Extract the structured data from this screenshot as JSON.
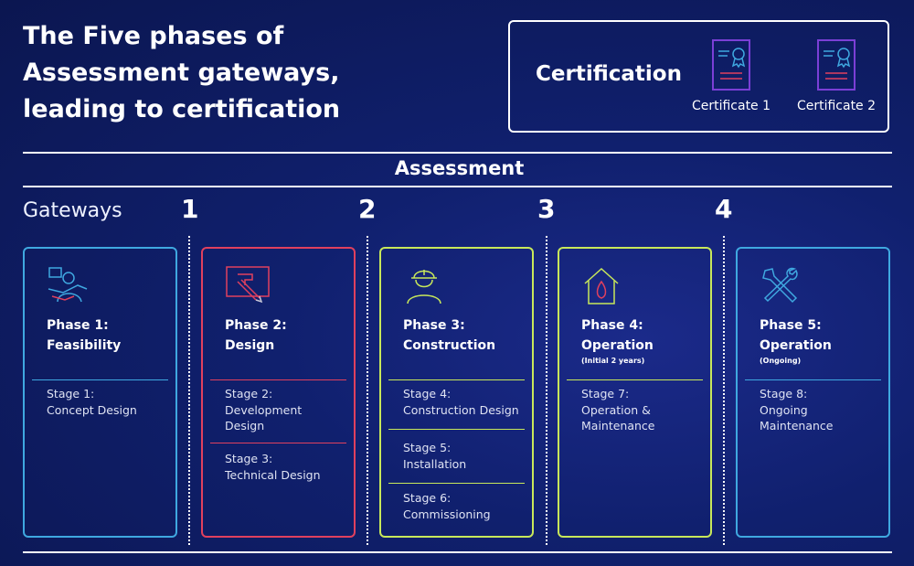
{
  "title": {
    "line1": "The Five phases of",
    "line2": "Assessment gateways,",
    "line3": "leading to certification"
  },
  "certification": {
    "heading": "Certification",
    "certificates": [
      {
        "label": "Certificate 1",
        "icon": "certificate-icon"
      },
      {
        "label": "Certificate 2",
        "icon": "certificate-icon"
      }
    ]
  },
  "assessment_label": "Assessment",
  "gateways": {
    "label": "Gateways",
    "numbers": [
      "1",
      "2",
      "3",
      "4"
    ]
  },
  "colors": {
    "background": "#0b1650",
    "phase1": "#3fa8e0",
    "phase2": "#e0405e",
    "phase3": "#c8e85a",
    "phase4": "#c8e85a",
    "phase5": "#3fa8e0",
    "certificate": "#7b3fd6"
  },
  "phases": [
    {
      "line1": "Phase 1:",
      "line2": "Feasibility",
      "note": "",
      "icon": "worker-at-desk-icon",
      "stages": [
        {
          "line1": "Stage 1:",
          "line2": "Concept Design",
          "line3": ""
        }
      ]
    },
    {
      "line1": "Phase 2:",
      "line2": "Design",
      "note": "",
      "icon": "design-blueprint-icon",
      "stages": [
        {
          "line1": "Stage 2:",
          "line2": "Development",
          "line3": "Design"
        },
        {
          "line1": "Stage 3:",
          "line2": "Technical Design",
          "line3": ""
        }
      ]
    },
    {
      "line1": "Phase 3:",
      "line2": "Construction",
      "note": "",
      "icon": "construction-worker-icon",
      "stages": [
        {
          "line1": "Stage 4:",
          "line2": "Construction Design",
          "line3": ""
        },
        {
          "line1": "Stage 5:",
          "line2": "Installation",
          "line3": ""
        },
        {
          "line1": "Stage 6:",
          "line2": "Commissioning",
          "line3": ""
        }
      ]
    },
    {
      "line1": "Phase 4:",
      "line2": "Operation",
      "note": "(Initial 2 years)",
      "icon": "house-flame-icon",
      "stages": [
        {
          "line1": "Stage 7:",
          "line2": "Operation &",
          "line3": "Maintenance"
        }
      ]
    },
    {
      "line1": "Phase 5:",
      "line2": "Operation",
      "note": "(Ongoing)",
      "icon": "wrench-screwdriver-icon",
      "stages": [
        {
          "line1": "Stage 8:",
          "line2": "Ongoing",
          "line3": "Maintenance"
        }
      ]
    }
  ]
}
